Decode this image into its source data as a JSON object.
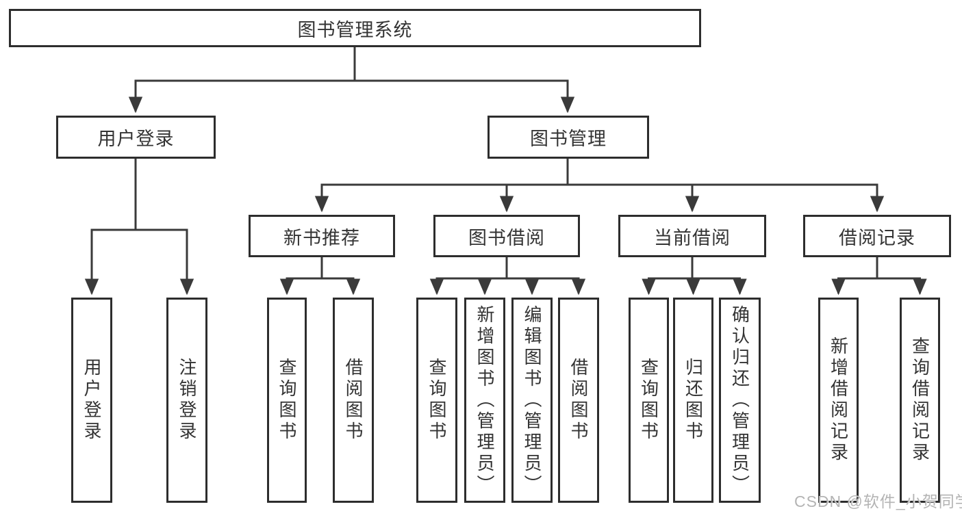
{
  "diagram": {
    "title": "图书管理系统",
    "type": "function-structure-tree",
    "hierarchy": {
      "图书管理系统": [
        "用户登录",
        "图书管理"
      ],
      "用户登录": [
        "用户登录",
        "注销登录"
      ],
      "图书管理": [
        "新书推荐",
        "图书借阅",
        "当前借阅",
        "借阅记录"
      ],
      "新书推荐": [
        "查询图书",
        "借阅图书"
      ],
      "图书借阅": [
        "查询图书",
        "新增图书（管理员）",
        "编辑图书（管理员）",
        "借阅图书"
      ],
      "当前借阅": [
        "查询图书",
        "归还图书",
        "确认归还（管理员）"
      ],
      "借阅记录": [
        "新增借阅记录",
        "查询借阅记录"
      ]
    }
  },
  "nodes": {
    "root": {
      "label": "图书管理系统"
    },
    "user_login": {
      "label": "用户登录"
    },
    "book_mgmt": {
      "label": "图书管理"
    },
    "new_book_rec": {
      "label": "新书推荐"
    },
    "book_borrow": {
      "label": "图书借阅"
    },
    "current_borrow": {
      "label": "当前借阅"
    },
    "borrow_records": {
      "label": "借阅记录"
    },
    "leaf_user_login": {
      "label": "用户登录"
    },
    "leaf_logout": {
      "label": "注销登录"
    },
    "leaf_rec_query_books": {
      "label": "查询图书"
    },
    "leaf_rec_borrow_books": {
      "label": "借阅图书"
    },
    "leaf_bb_query_books": {
      "label": "查询图书"
    },
    "leaf_bb_add_books": {
      "label": "新增图书（管理员）"
    },
    "leaf_bb_edit_books": {
      "label": "编辑图书（管理员）"
    },
    "leaf_bb_borrow_books": {
      "label": "借阅图书"
    },
    "leaf_cb_query_books": {
      "label": "查询图书"
    },
    "leaf_cb_return_books": {
      "label": "归还图书"
    },
    "leaf_cb_confirm_return": {
      "label": "确认归还（管理员）"
    },
    "leaf_br_add_record": {
      "label": "新增借阅记录"
    },
    "leaf_br_query_record": {
      "label": "查询借阅记录"
    }
  },
  "watermark": {
    "text": "CSDN @软件_小贺同学"
  },
  "colors": {
    "line": "#3a3a3a",
    "box_border": "#2d2d2d",
    "text": "#333333",
    "watermark": "#b4b4b4",
    "background": "#ffffff"
  }
}
